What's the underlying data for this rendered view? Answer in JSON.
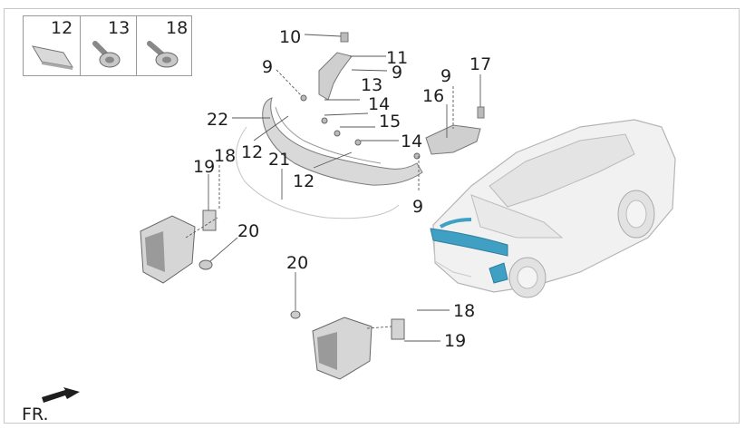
{
  "legend": {
    "items": [
      {
        "number": "12",
        "icon": "foam-strip-icon"
      },
      {
        "number": "13",
        "icon": "bolt-icon"
      },
      {
        "number": "18",
        "icon": "bolt-icon"
      }
    ]
  },
  "callouts": {
    "c10": "10",
    "c11": "11",
    "c9a": "9",
    "c9b": "9",
    "c9c": "9",
    "c9d": "9",
    "c13": "13",
    "c14a": "14",
    "c14b": "14",
    "c15": "15",
    "c16": "16",
    "c17": "17",
    "c22": "22",
    "c12a": "12",
    "c12b": "12",
    "c21": "21",
    "c18a": "18",
    "c19a": "19",
    "c20a": "20",
    "c20b": "20",
    "c18b": "18",
    "c19b": "19"
  },
  "direction": {
    "label": "FR."
  },
  "colors": {
    "line": "#5a5a5a",
    "part_fill": "#d6d6d6",
    "part_dark": "#8a8a8a",
    "highlight": "#3fa0c4",
    "car_fill": "#f2f2f2"
  }
}
